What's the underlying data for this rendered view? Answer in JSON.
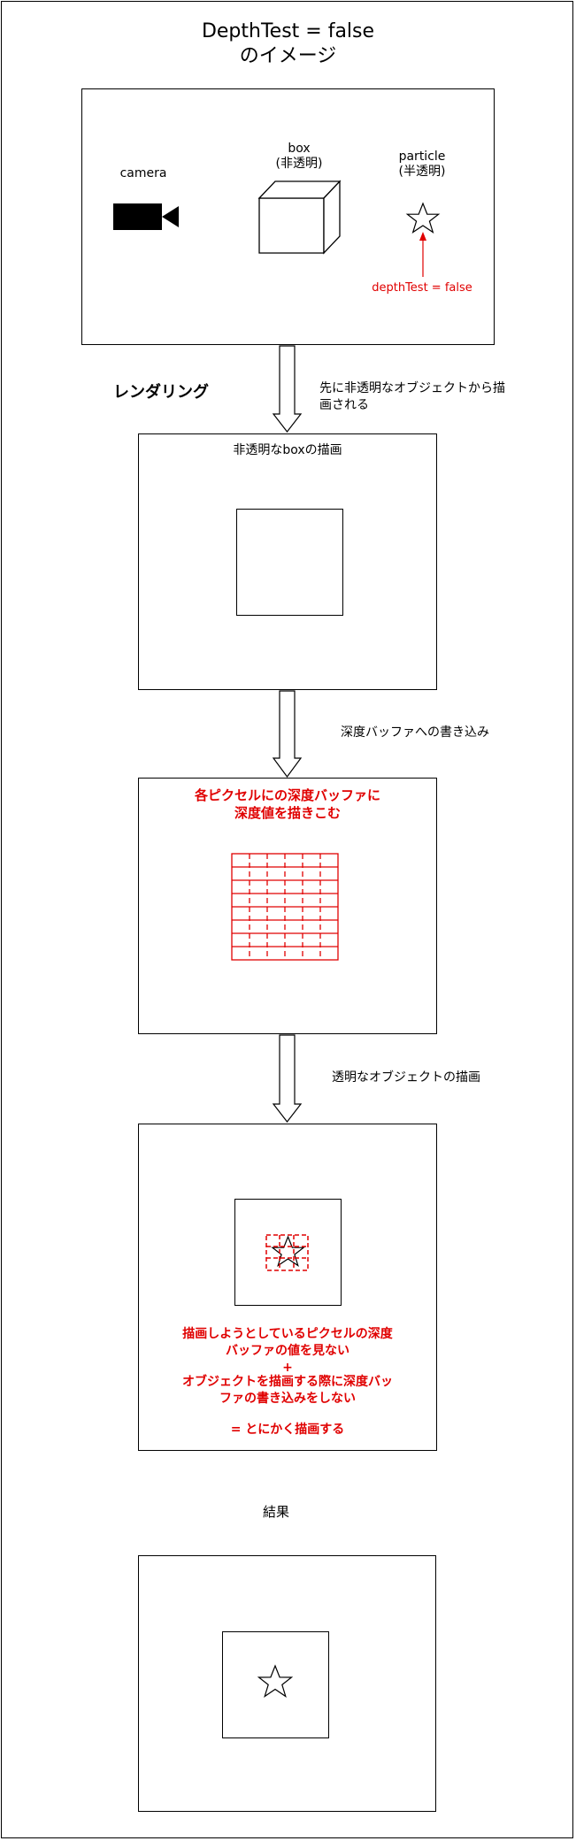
{
  "title": {
    "line1": "DepthTest = false",
    "line2": "のイメージ"
  },
  "scene": {
    "camera_label": "camera",
    "box_label": "box",
    "box_sublabel": "(非透明)",
    "particle_label": "particle",
    "particle_sublabel": "(半透明)",
    "depthtest_label": "depthTest = false"
  },
  "rendering_label": "レンダリング",
  "steps": [
    {
      "arrow_label_line1": "先に非透明なオブジェクトから描",
      "arrow_label_line2": "画される",
      "box_title": "非透明なboxの描画"
    },
    {
      "arrow_label": "深度バッファへの書き込み",
      "box_title_line1": "各ピクセルにの深度バッファに",
      "box_title_line2": "深度値を描きこむ"
    },
    {
      "arrow_label": "透明なオブジェクトの描画",
      "note_lines": [
        "描画しようとしているピクセルの深度",
        "バッファの値を見ない",
        "+",
        "オブジェクトを描画する際に深度バッ",
        "ファの書き込みをしない",
        "",
        "= とにかく描画する"
      ]
    }
  ],
  "result_label": "結果",
  "colors": {
    "line": "#000000",
    "highlight": "#e00000",
    "background": "#ffffff"
  }
}
